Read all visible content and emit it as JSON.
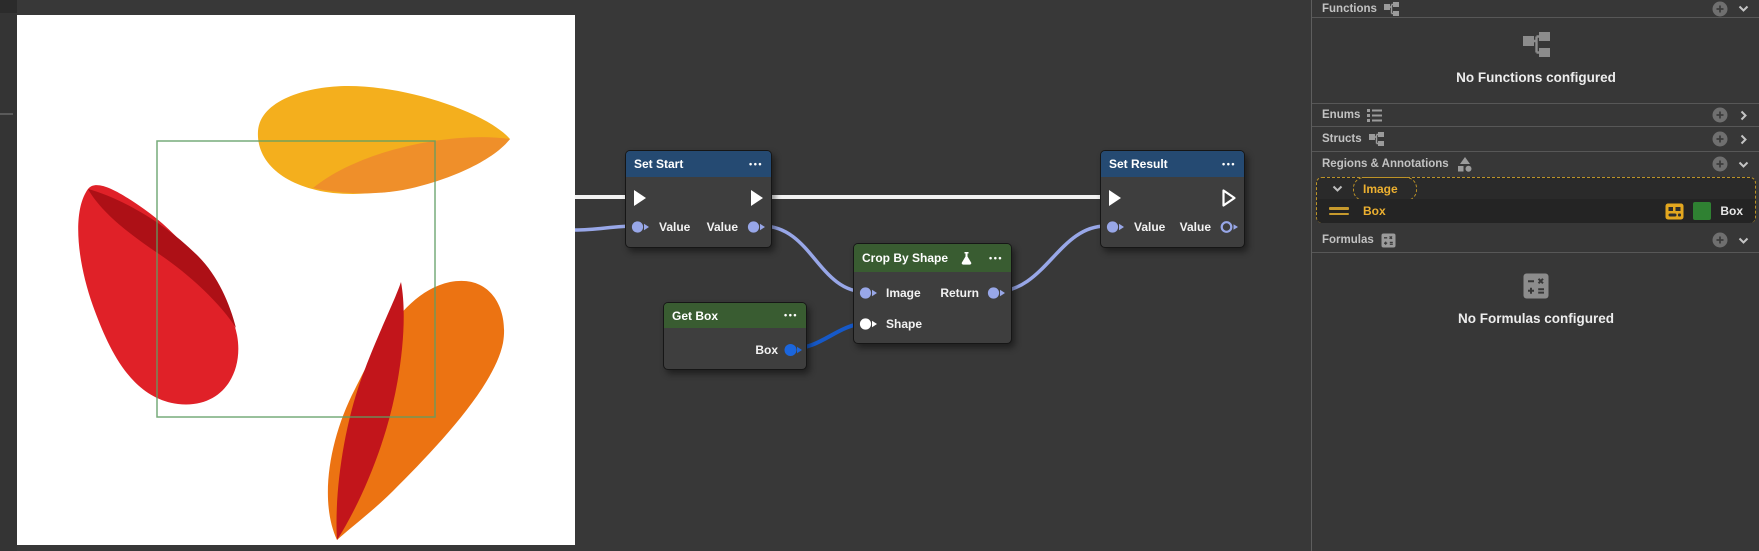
{
  "viewer": {
    "background": "#ffffff",
    "region_box_color": "#5f9e63",
    "shape_colors": {
      "yellow": "#f4af1d",
      "yellow_shade": "#ef8f2a",
      "red": "#e02128",
      "red_shade": "#ad1016",
      "orange": "#ec7312",
      "orange_shade": "#c2151b"
    }
  },
  "graph": {
    "exec_wire_color": "#f2f2f2",
    "value_wire_color": "#98a7e8",
    "shape_wire_color": "#1659c8",
    "value_port_color": "#98a7e8",
    "shape_port_color": "#1b66dd",
    "header_blue": "#254a72",
    "header_green": "#395c31",
    "nodes": [
      {
        "title": "Set Start",
        "menu": "•••",
        "inputs": [
          "Value"
        ],
        "outputs": [
          "Value"
        ]
      },
      {
        "title": "Get Box",
        "menu": "•••",
        "inputs": [],
        "outputs": [
          "Box"
        ]
      },
      {
        "title": "Crop By Shape",
        "menu": "•••",
        "inputs": [
          "Image",
          "Shape"
        ],
        "outputs": [
          "Return"
        ]
      },
      {
        "title": "Set Result",
        "menu": "•••",
        "inputs": [
          "Value"
        ],
        "outputs": [
          "Value"
        ]
      }
    ]
  },
  "sidebar": {
    "sections": [
      {
        "label": "Functions",
        "empty": "No Functions configured"
      },
      {
        "label": "Enums"
      },
      {
        "label": "Structs"
      },
      {
        "label": "Regions & Annotations"
      },
      {
        "label": "Formulas",
        "empty": "No Formulas configured"
      }
    ],
    "regions": {
      "group_label": "Image",
      "items": [
        {
          "label": "Box",
          "annotation": "Box",
          "annotation_color": "#2f8132"
        }
      ]
    }
  }
}
